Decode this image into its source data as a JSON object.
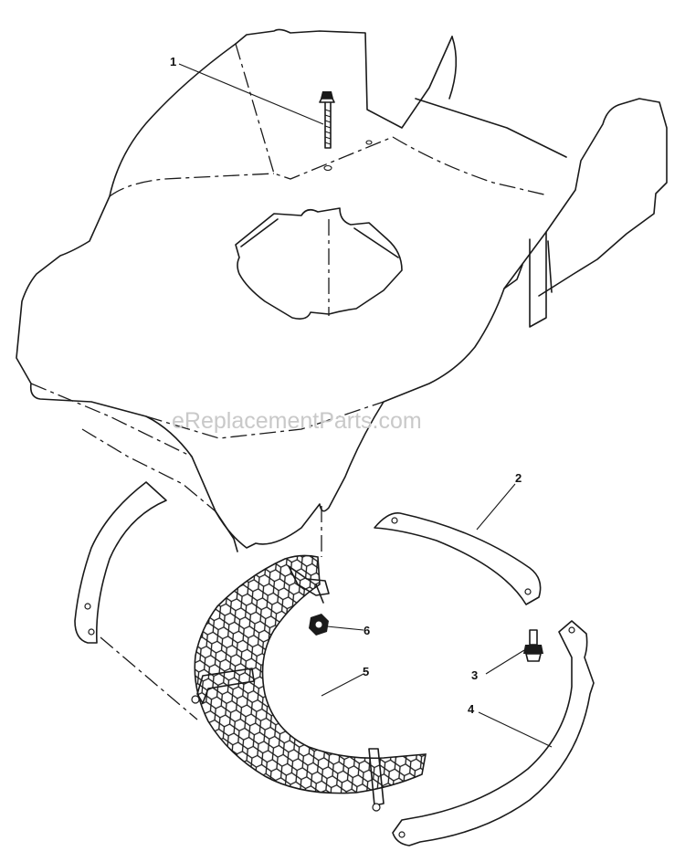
{
  "watermark": "eReplacementParts.com",
  "callouts": [
    {
      "id": "1",
      "label": "1"
    },
    {
      "id": "2",
      "label": "2"
    },
    {
      "id": "3",
      "label": "3"
    },
    {
      "id": "4",
      "label": "4"
    },
    {
      "id": "5",
      "label": "5"
    },
    {
      "id": "6",
      "label": "6"
    }
  ],
  "colors": {
    "line": "#1a1a1a",
    "watermark": "#c9c9c9",
    "background": "#ffffff"
  }
}
